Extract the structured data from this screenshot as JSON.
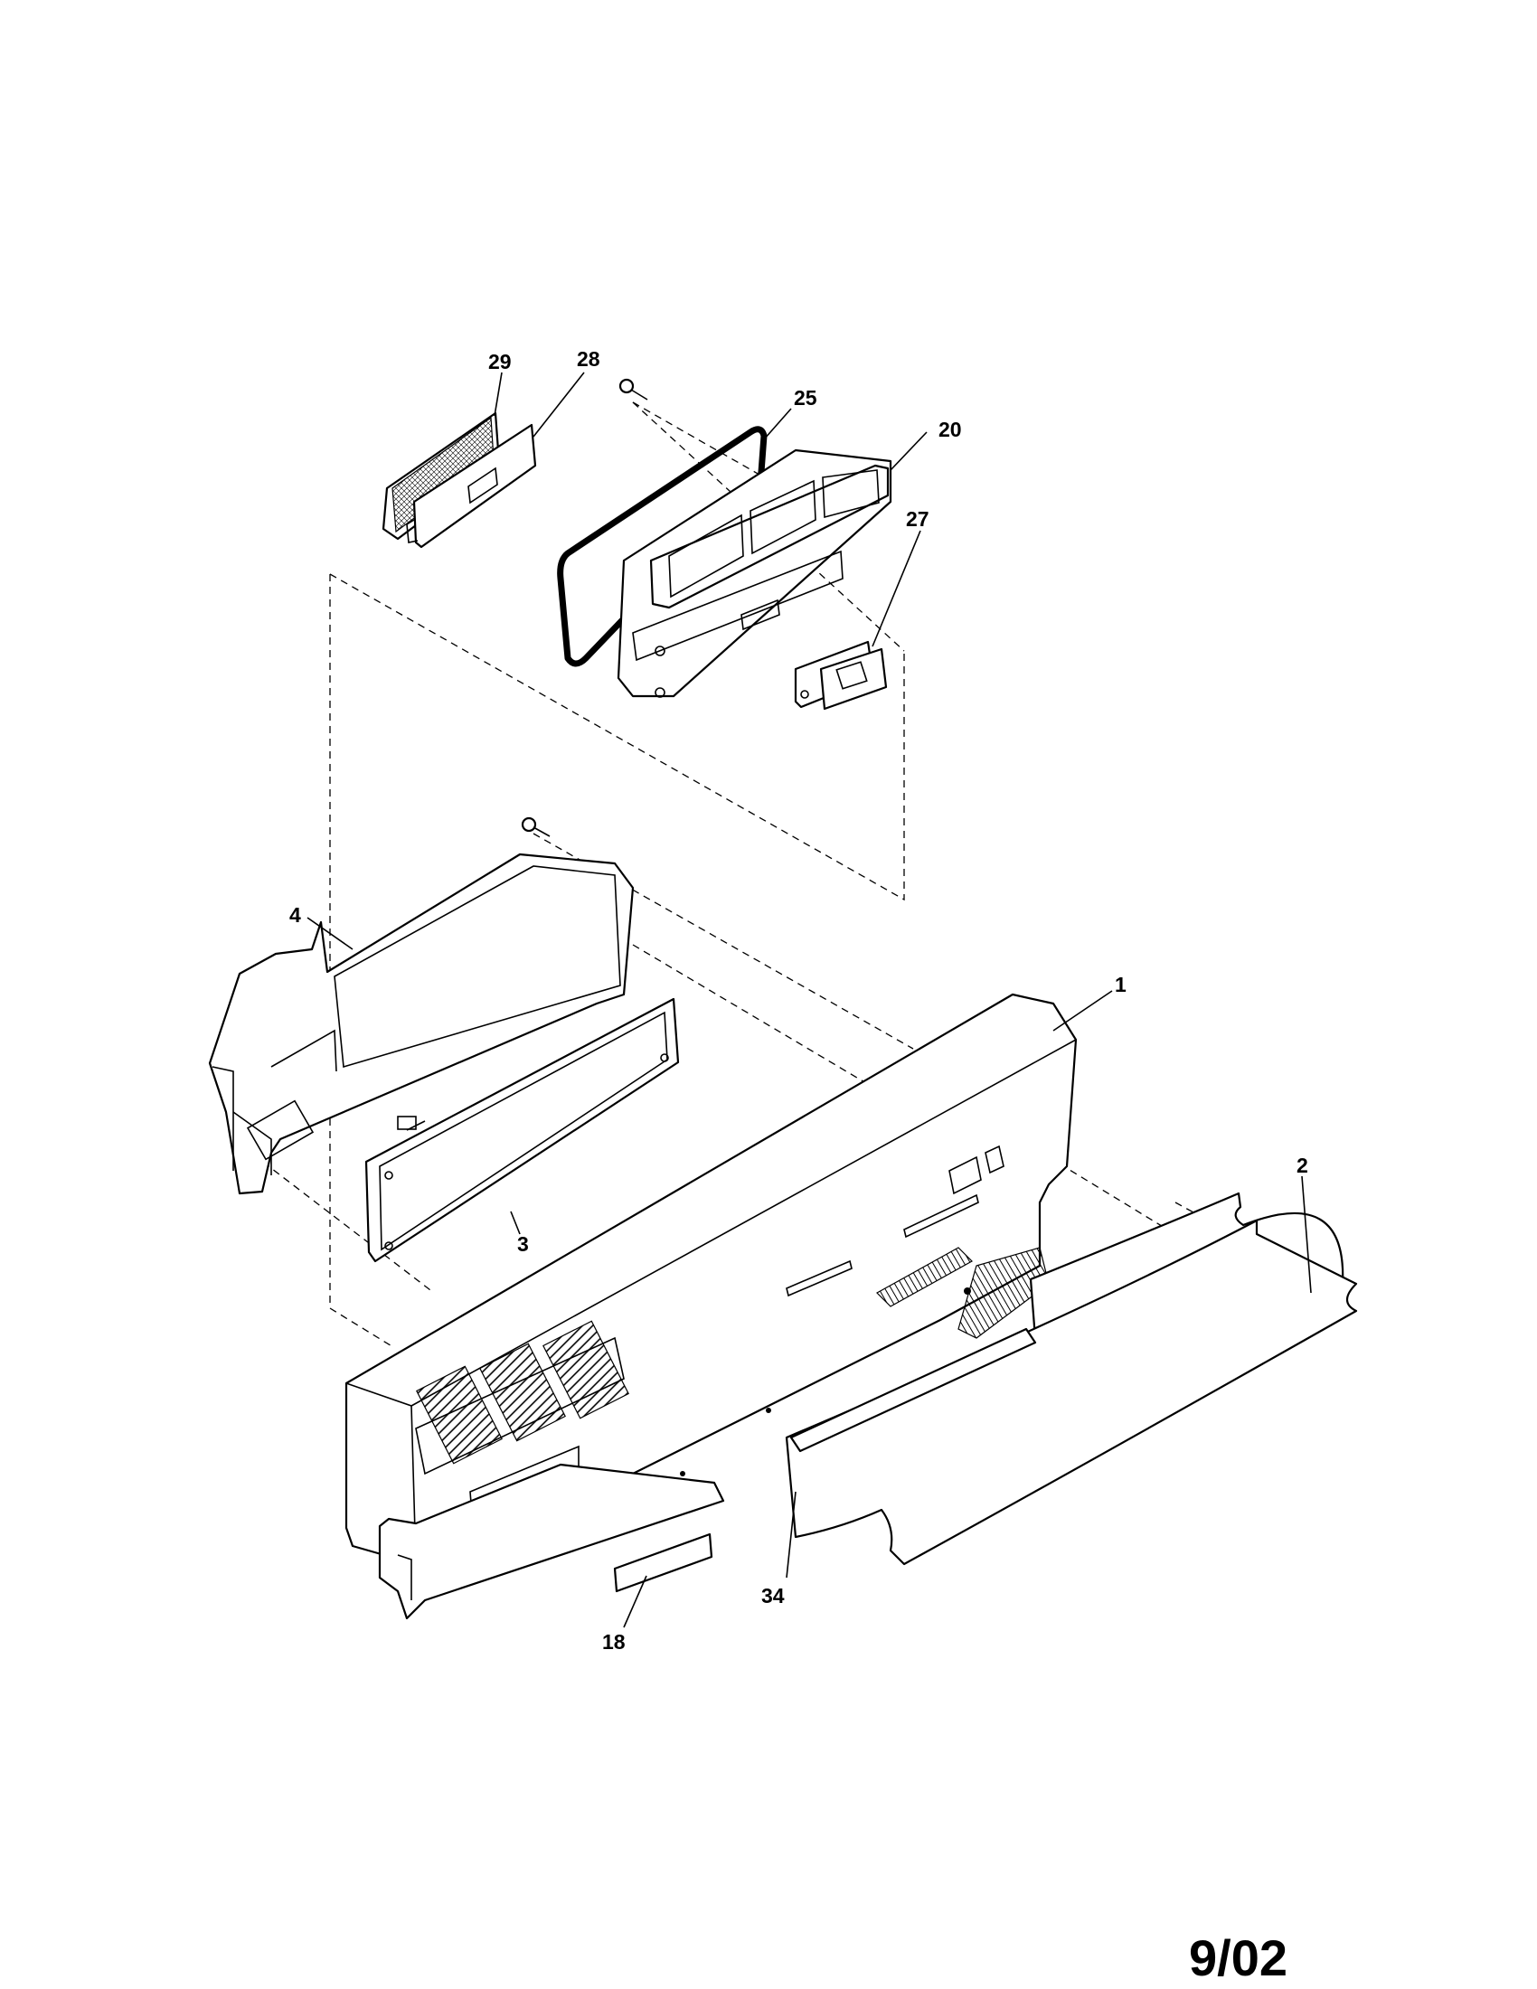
{
  "callouts": {
    "c29": "29",
    "c28": "28",
    "c25": "25",
    "c20": "20",
    "c27": "27",
    "c4": "4",
    "c1": "1",
    "c2": "2",
    "c3": "3",
    "c34": "34",
    "c18": "18"
  },
  "footer": {
    "date_code": "9/02"
  }
}
